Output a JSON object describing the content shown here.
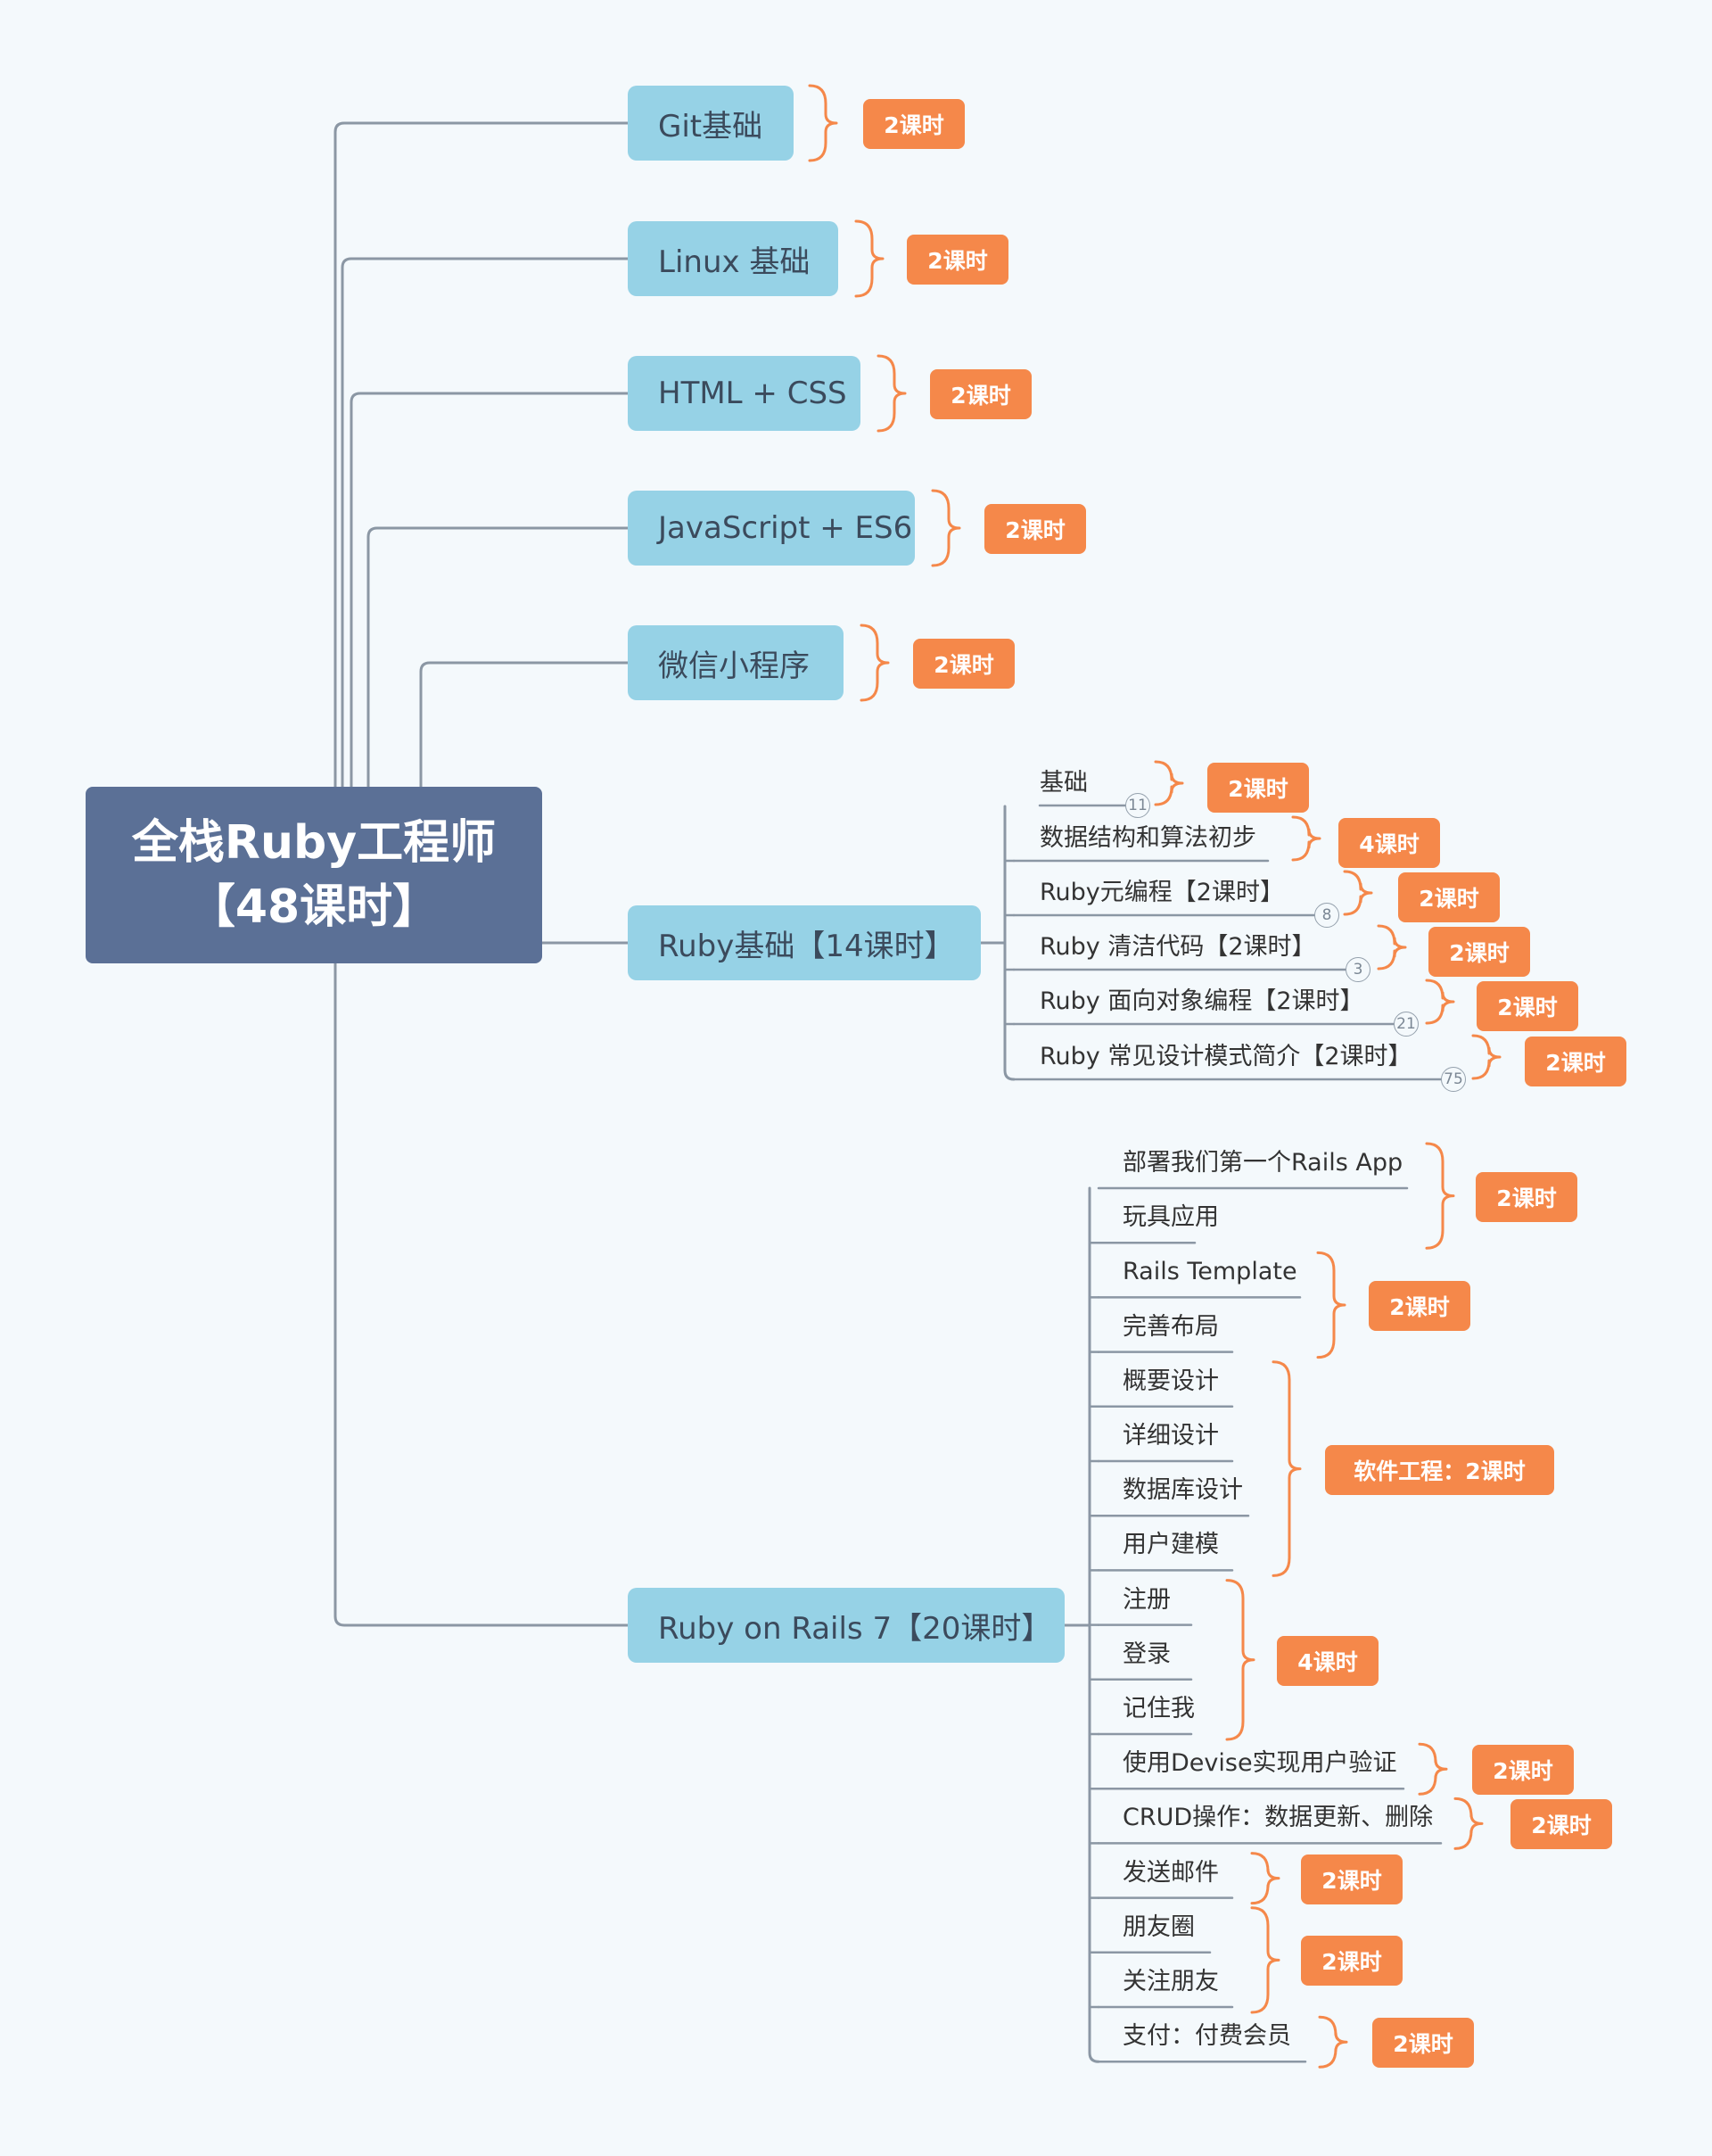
{
  "colors": {
    "root": "#5b7096",
    "main": "#96d2e6",
    "tag": "#f5884a",
    "line": "#8b97a4",
    "brace": "#f5884a",
    "background": "#f4f9fc"
  },
  "root": {
    "line1": "全栈Ruby工程师",
    "line2": "【48课时】"
  },
  "branches": [
    {
      "label": "Git基础",
      "hours": "2课时"
    },
    {
      "label": "Linux 基础",
      "hours": "2课时"
    },
    {
      "label": "HTML + CSS",
      "hours": "2课时"
    },
    {
      "label": "JavaScript + ES6",
      "hours": "2课时"
    },
    {
      "label": "微信小程序",
      "hours": "2课时"
    },
    {
      "label": "Ruby基础【14课时】",
      "children": [
        {
          "label": "基础",
          "badge": "11",
          "hours": "2课时"
        },
        {
          "label": "数据结构和算法初步",
          "badge": "",
          "hours": "4课时"
        },
        {
          "label": "Ruby元编程【2课时】",
          "badge": "8",
          "hours": "2课时"
        },
        {
          "label": "Ruby 清洁代码【2课时】",
          "badge": "3",
          "hours": "2课时"
        },
        {
          "label": "Ruby 面向对象编程【2课时】",
          "badge": "21",
          "hours": "2课时"
        },
        {
          "label": "Ruby 常见设计模式简介【2课时】",
          "badge": "75",
          "hours": "2课时"
        }
      ]
    },
    {
      "label": "Ruby on Rails 7【20课时】",
      "children": [
        {
          "label": "部署我们第一个Rails App"
        },
        {
          "label": "玩具应用"
        },
        {
          "label": "Rails Template"
        },
        {
          "label": "完善布局"
        },
        {
          "label": "概要设计"
        },
        {
          "label": "详细设计"
        },
        {
          "label": "数据库设计"
        },
        {
          "label": "用户建模"
        },
        {
          "label": "注册"
        },
        {
          "label": "登录"
        },
        {
          "label": "记住我"
        },
        {
          "label": "使用Devise实现用户验证"
        },
        {
          "label": "CRUD操作：数据更新、删除"
        },
        {
          "label": "发送邮件"
        },
        {
          "label": "朋友圈"
        },
        {
          "label": "关注朋友"
        },
        {
          "label": "支付：付费会员"
        }
      ],
      "groups": [
        {
          "hours": "2课时"
        },
        {
          "hours": "2课时"
        },
        {
          "hours": "软件工程：2课时"
        },
        {
          "hours": "4课时"
        },
        {
          "hours": "2课时"
        },
        {
          "hours": "2课时"
        },
        {
          "hours": "2课时"
        },
        {
          "hours": "2课时"
        },
        {
          "hours": "2课时"
        }
      ]
    }
  ]
}
